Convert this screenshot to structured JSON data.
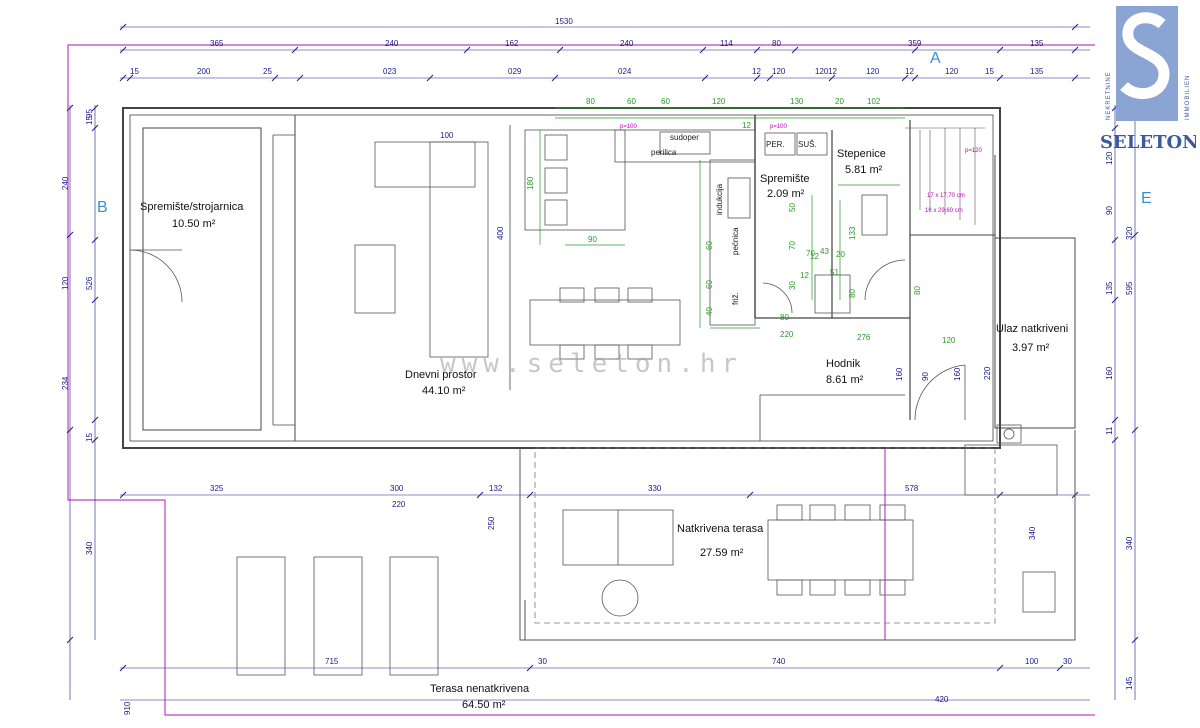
{
  "rooms": {
    "storage_main": {
      "name": "Spremište/strojarnica",
      "area": "10.50 m²"
    },
    "living": {
      "name": "Dnevni prostor",
      "area": "44.10 m²"
    },
    "pantry": {
      "name": "Spremište",
      "area": "2.09 m²"
    },
    "stairs": {
      "name": "Stepenice",
      "area": "5.81 m²"
    },
    "hall": {
      "name": "Hodnik",
      "area": "8.61 m²"
    },
    "entry": {
      "name": "Ulaz natkriveni",
      "area": "3.97 m²"
    },
    "covered_terrace": {
      "name": "Natkrivena terasa",
      "area": "27.59 m²"
    },
    "open_terrace": {
      "name": "Terasa nenatkrivena",
      "area": "64.50 m²"
    }
  },
  "fixtures": {
    "washer": "perilica",
    "dishwasher": "sudoper",
    "oven": "pećnica",
    "induction": "indukcija",
    "fridge": "friž.",
    "per": "PER.",
    "dry": "SUŠ."
  },
  "axis_labels": {
    "a": "A",
    "b": "B",
    "e": "E"
  },
  "watermark": "www.seleton.hr",
  "logo": {
    "word": "SELETON",
    "side_left": "NEKRETNINE",
    "side_right": "IMMOBILIEN"
  },
  "stair_notes": {
    "line1": "17 x 17,70 cm",
    "line2": "16 x 29,60 cm"
  },
  "dims_top_row1": [
    "365",
    "240",
    "162",
    "240",
    "114",
    "80",
    "359",
    "135"
  ],
  "dims_top_total": "1530",
  "dims_top_row2": [
    "15",
    "200",
    "25",
    "023",
    "029",
    "024",
    "12",
    "120",
    "120",
    "12",
    "120",
    "12",
    "120",
    "15",
    "135"
  ],
  "dims_green_top": [
    "80",
    "60",
    "60",
    "120",
    "130",
    "20",
    "102",
    "12"
  ],
  "dims_mid": [
    "325",
    "300",
    "132",
    "330",
    "578",
    "220"
  ],
  "dims_bottom": [
    "715",
    "30",
    "740",
    "100",
    "30"
  ],
  "dims_bottom_total": "420",
  "dims_left": [
    "15",
    "240",
    "120",
    "234",
    "15",
    "340",
    "910",
    "526",
    "95"
  ],
  "dims_right": [
    "120",
    "90",
    "135",
    "160",
    "11",
    "340",
    "145",
    "595",
    "320"
  ],
  "dims_inner": [
    "400",
    "180",
    "90",
    "40",
    "60",
    "60",
    "80",
    "220",
    "276",
    "120",
    "80",
    "50",
    "70",
    "133",
    "70",
    "30",
    "12",
    "12",
    "20",
    "43",
    "51",
    "80",
    "160",
    "90",
    "160",
    "220",
    "250",
    "340",
    "100",
    "p=100",
    "p=100",
    "p=120"
  ]
}
